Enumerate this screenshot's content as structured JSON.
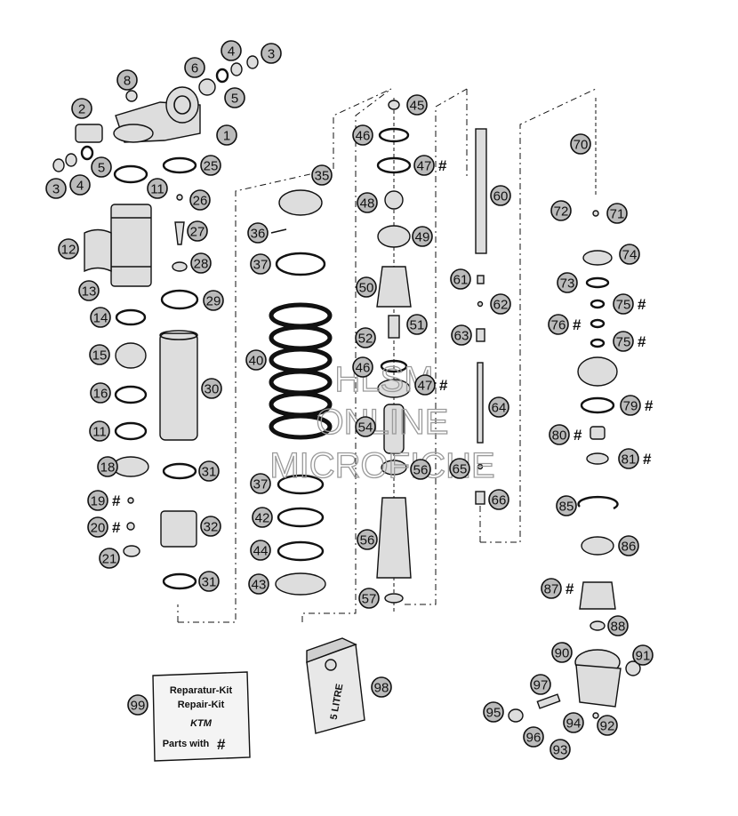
{
  "diagram": {
    "labels": [
      {
        "n": "1"
      },
      {
        "n": "2"
      },
      {
        "n": "3"
      },
      {
        "n": "3"
      },
      {
        "n": "4"
      },
      {
        "n": "4"
      },
      {
        "n": "5"
      },
      {
        "n": "5"
      },
      {
        "n": "6"
      },
      {
        "n": "8"
      },
      {
        "n": "11"
      },
      {
        "n": "11"
      },
      {
        "n": "12"
      },
      {
        "n": "13"
      },
      {
        "n": "14"
      },
      {
        "n": "15"
      },
      {
        "n": "16"
      },
      {
        "n": "18"
      },
      {
        "n": "19",
        "hash": true
      },
      {
        "n": "20",
        "hash": true
      },
      {
        "n": "21"
      },
      {
        "n": "25"
      },
      {
        "n": "26"
      },
      {
        "n": "27"
      },
      {
        "n": "28"
      },
      {
        "n": "29"
      },
      {
        "n": "30"
      },
      {
        "n": "31"
      },
      {
        "n": "31"
      },
      {
        "n": "32"
      },
      {
        "n": "35"
      },
      {
        "n": "36"
      },
      {
        "n": "37"
      },
      {
        "n": "37"
      },
      {
        "n": "40"
      },
      {
        "n": "42"
      },
      {
        "n": "43"
      },
      {
        "n": "44"
      },
      {
        "n": "45"
      },
      {
        "n": "46"
      },
      {
        "n": "46"
      },
      {
        "n": "47",
        "hash": true
      },
      {
        "n": "47",
        "hash": true
      },
      {
        "n": "48"
      },
      {
        "n": "49"
      },
      {
        "n": "50"
      },
      {
        "n": "51"
      },
      {
        "n": "52"
      },
      {
        "n": "54"
      },
      {
        "n": "56"
      },
      {
        "n": "56"
      },
      {
        "n": "57"
      },
      {
        "n": "60"
      },
      {
        "n": "61"
      },
      {
        "n": "62"
      },
      {
        "n": "63"
      },
      {
        "n": "64"
      },
      {
        "n": "65"
      },
      {
        "n": "66"
      },
      {
        "n": "70"
      },
      {
        "n": "71"
      },
      {
        "n": "72"
      },
      {
        "n": "73"
      },
      {
        "n": "74"
      },
      {
        "n": "75",
        "hash": true
      },
      {
        "n": "75",
        "hash": true
      },
      {
        "n": "76",
        "hash": true
      },
      {
        "n": "79",
        "hash": true
      },
      {
        "n": "80",
        "hash": true
      },
      {
        "n": "81",
        "hash": true
      },
      {
        "n": "85"
      },
      {
        "n": "86"
      },
      {
        "n": "87",
        "hash": true
      },
      {
        "n": "88"
      },
      {
        "n": "90"
      },
      {
        "n": "91"
      },
      {
        "n": "92"
      },
      {
        "n": "93"
      },
      {
        "n": "94"
      },
      {
        "n": "95"
      },
      {
        "n": "96"
      },
      {
        "n": "97"
      },
      {
        "n": "98"
      },
      {
        "n": "99"
      }
    ],
    "hash_symbol": "#",
    "kit_card": {
      "line1": "Reparatur-Kit",
      "line2": "Repair-Kit",
      "brand": "KTM",
      "parts_with": "Parts with",
      "symbol": "#"
    },
    "oil_can_text": "5 LITRE",
    "watermark": [
      "HLSM",
      "ONLINE",
      "MICROFICHE"
    ]
  }
}
